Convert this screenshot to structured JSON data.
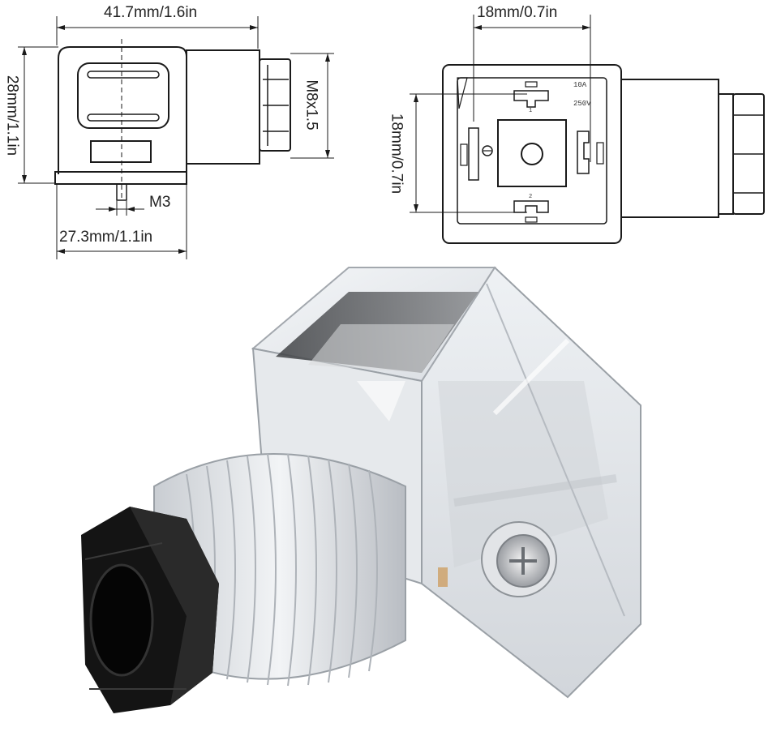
{
  "dimensions": {
    "side_width": "41.7mm/1.6in",
    "side_height": "28mm/1.1in",
    "thread": "M8x1.5",
    "screw": "M3",
    "base_width": "27.3mm/1.1in",
    "front_width": "18mm/0.7in",
    "front_height": "18mm/0.7in"
  },
  "face_markings": {
    "rating_current": "10A",
    "rating_voltage": "250V",
    "pin1": "1",
    "pin2": "2"
  },
  "colors": {
    "line": "#1a1a1a",
    "nut": "#141414",
    "clear_body": "#dfe3e8",
    "insert": "#6b6b6b"
  }
}
